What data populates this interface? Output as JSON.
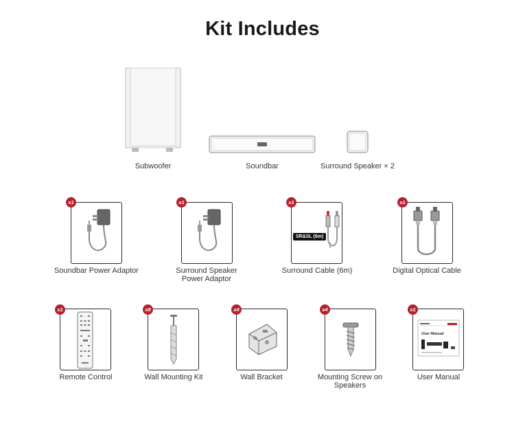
{
  "title": "Kit Includes",
  "main_items": [
    {
      "label": "Subwoofer",
      "icon": "subwoofer-icon"
    },
    {
      "label": "Soundbar",
      "icon": "soundbar-icon"
    },
    {
      "label": "Surround Speaker × 2",
      "icon": "surround-speaker-icon"
    }
  ],
  "row1": [
    {
      "badge": "x1",
      "label_lines": [
        "Soundbar Power Adaptor"
      ],
      "icon": "power-adaptor-icon"
    },
    {
      "badge": "x1",
      "label_lines": [
        "Surround Speaker",
        "Power Adaptor"
      ],
      "icon": "power-adaptor-icon"
    },
    {
      "badge": "x1",
      "label_lines": [
        "Surround Cable (6m)"
      ],
      "icon": "rca-cable-icon",
      "tag": "SR&SL (6m)"
    },
    {
      "badge": "x1",
      "label_lines": [
        "Digital Optical Cable"
      ],
      "icon": "optical-cable-icon"
    }
  ],
  "row2": [
    {
      "badge": "x1",
      "label_lines": [
        "Remote Control"
      ],
      "icon": "remote-control-icon"
    },
    {
      "badge": "x8",
      "label_lines": [
        "Wall Mounting Kit"
      ],
      "icon": "wall-anchor-icon"
    },
    {
      "badge": "x4",
      "label_lines": [
        "Wall Bracket"
      ],
      "icon": "wall-bracket-icon"
    },
    {
      "badge": "x4",
      "label_lines": [
        "Mounting Screw on",
        "Speakers"
      ],
      "icon": "screw-icon"
    },
    {
      "badge": "x1",
      "label_lines": [
        "User Manual"
      ],
      "icon": "user-manual-icon",
      "manual_title": "User Manual"
    }
  ],
  "colors": {
    "badge": "#b5202e",
    "outline": "#2a2a2a",
    "product_fill": "#f0f0f0"
  }
}
